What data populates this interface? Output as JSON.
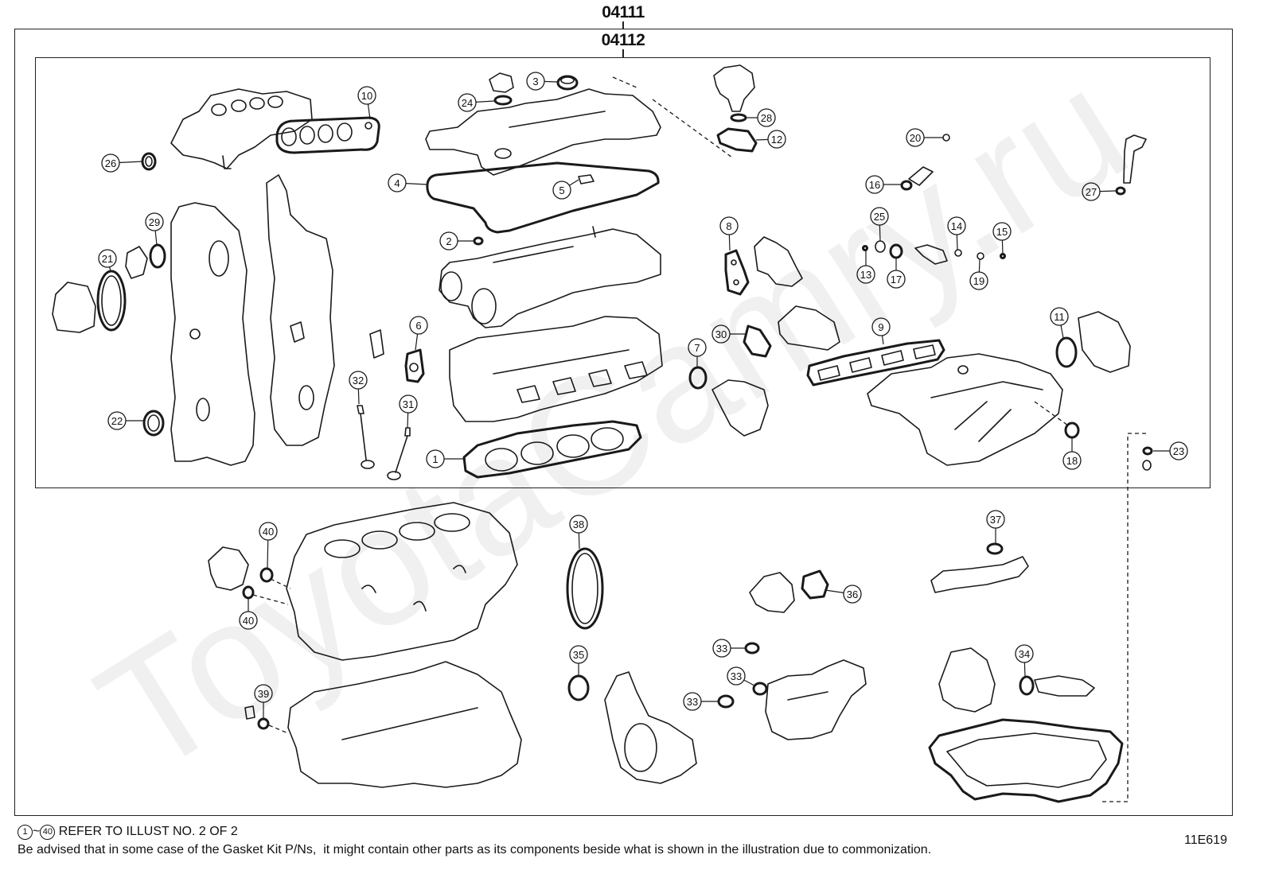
{
  "kit_labels": {
    "outer": "04111",
    "inner": "04112"
  },
  "callouts": [
    "10",
    "26",
    "24",
    "3",
    "28",
    "12",
    "20",
    "16",
    "27",
    "4",
    "5",
    "29",
    "21",
    "2",
    "8",
    "25",
    "14",
    "15",
    "13",
    "17",
    "19",
    "6",
    "30",
    "9",
    "11",
    "7",
    "32",
    "31",
    "22",
    "1",
    "18",
    "23",
    "40",
    "40",
    "38",
    "37",
    "36",
    "35",
    "33",
    "34",
    "33",
    "33",
    "39"
  ],
  "footer": {
    "range_from": "1",
    "range_sep": "~",
    "range_to": "40",
    "refer": "REFER TO ILLUST NO. 2 OF 2",
    "note": "Be advised that in some case of the Gasket Kit P/Ns,  it might contain other parts as its components beside what is shown in the illustration due to commonization."
  },
  "diagram_code": "11E619",
  "watermark": "ToyotaCamry.ru"
}
